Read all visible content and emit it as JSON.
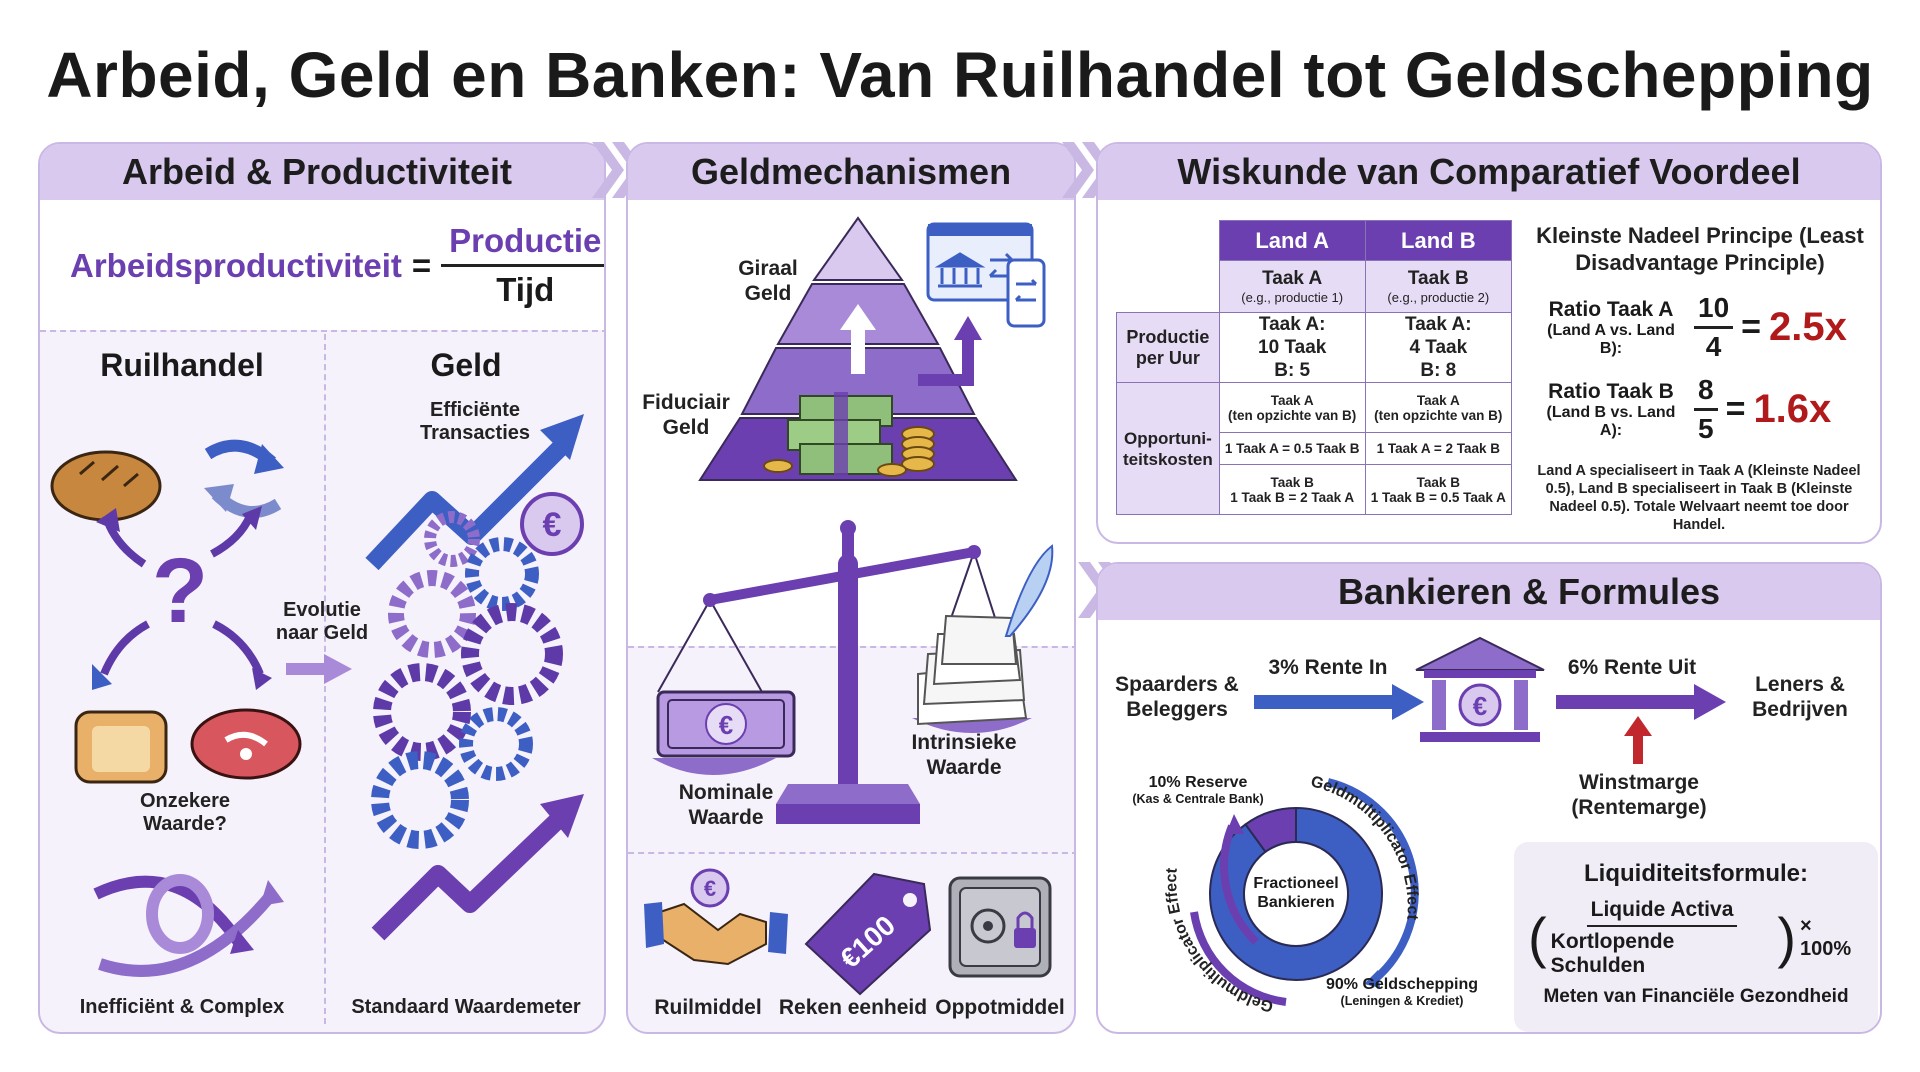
{
  "title": "Arbeid, Geld en Banken: Van Ruilhandel tot Geldschepping",
  "panel1": {
    "heading": "Arbeid & Productiviteit",
    "formula": {
      "lhs": "Arbeidsproductiviteit",
      "eq": "=",
      "numerator": "Productie",
      "denominator": "Tijd"
    },
    "left_title": "Ruilhandel",
    "right_title": "Geld",
    "uncertain": "Onzekere Waarde?",
    "evolution": "Evolutie naar Geld",
    "efficient": "Efficiënte Transacties",
    "inefficient": "Inefficiënt & Complex",
    "standard": "Standaard Waardemeter",
    "question_mark": "?",
    "euro": "€"
  },
  "panel2": {
    "heading": "Geldmechanismen",
    "giraal": "Giraal Geld",
    "fiduciair": "Fiduciair Geld",
    "nominal": "Nominale Waarde",
    "intrinsic": "Intrinsieke Waarde",
    "functions": [
      {
        "label": "Ruilmiddel",
        "icon": "handshake-icon"
      },
      {
        "label": "Reken eenheid",
        "icon": "price-tag-icon",
        "tag_text": "€100"
      },
      {
        "label": "Oppotmiddel",
        "icon": "safe-icon"
      }
    ]
  },
  "panel3": {
    "heading": "Wiskunde van Comparatief Voordeel",
    "table": {
      "col_a": "Land A",
      "col_b": "Land B",
      "task_a": "Taak A",
      "task_a_note": "(e.g., productie 1)",
      "task_b": "Taak B",
      "task_b_note": "(e.g., productie 2)",
      "row1_label": "Productie per Uur",
      "row1_a": "Taak A: 10 Taak B: 5",
      "row1_b": "Taak A: 4 Taak B: 8",
      "row2_label": "Opportuni-teitskosten",
      "oc_a_title": "Taak A",
      "oc_a_sub": "(ten opzichte van B)",
      "oc_a1": "1 Taak A = 0.5 Taak B",
      "oc_b_title": "Taak A",
      "oc_b_sub": "(ten opzichte van B)",
      "oc_b1": "1 Taak A = 2 Taak B",
      "oc_a2_title": "Taak B",
      "oc_a2": "1 Taak B = 2 Taak A",
      "oc_b2_title": "Taak B",
      "oc_b2": "1 Taak B = 0.5 Taak A"
    },
    "principle_title": "Kleinste Nadeel Principe (Least Disadvantage Principle)",
    "ratio_a": {
      "label": "Ratio Taak A",
      "sub": "(Land A vs. Land B):",
      "num": "10",
      "den": "4",
      "result": "2.5x"
    },
    "ratio_b": {
      "label": "Ratio Taak B",
      "sub": "(Land B vs. Land A):",
      "num": "8",
      "den": "5",
      "result": "1.6x"
    },
    "conclusion": "Land A specialiseert in Taak A (Kleinste Nadeel 0.5), Land B specialiseert in Taak B (Kleinste Nadeel 0.5). Totale Welvaart neemt toe door Handel."
  },
  "panel4": {
    "heading": "Bankieren & Formules",
    "savers": "Spaarders & Beleggers",
    "rate_in": "3% Rente In",
    "rate_out": "6% Rente Uit",
    "borrowers": "Leners & Bedrijven",
    "margin": "Winstmarge (Rentemarge)",
    "reserve": "10% Reserve",
    "reserve_sub": "(Kas & Centrale Bank)",
    "center": "Fractioneel Bankieren",
    "creation": "90% Geldschepping",
    "creation_sub": "(Leningen & Krediet)",
    "multiplier": "Geldmultiplicator Effect",
    "donut": {
      "reserve_pct": 10,
      "creation_pct": 90
    },
    "liquidity_title": "Liquiditeitsformule:",
    "liquidity_num": "Liquide Activa",
    "liquidity_den": "Kortlopende Schulden",
    "liquidity_mult": "× 100%",
    "liquidity_caption": "Meten van Financiële Gezondheid"
  },
  "colors": {
    "purple": "#6b3fb0",
    "blue": "#3d5fc4",
    "light_purple": "#d9c9ef",
    "red": "#b11a1a"
  }
}
